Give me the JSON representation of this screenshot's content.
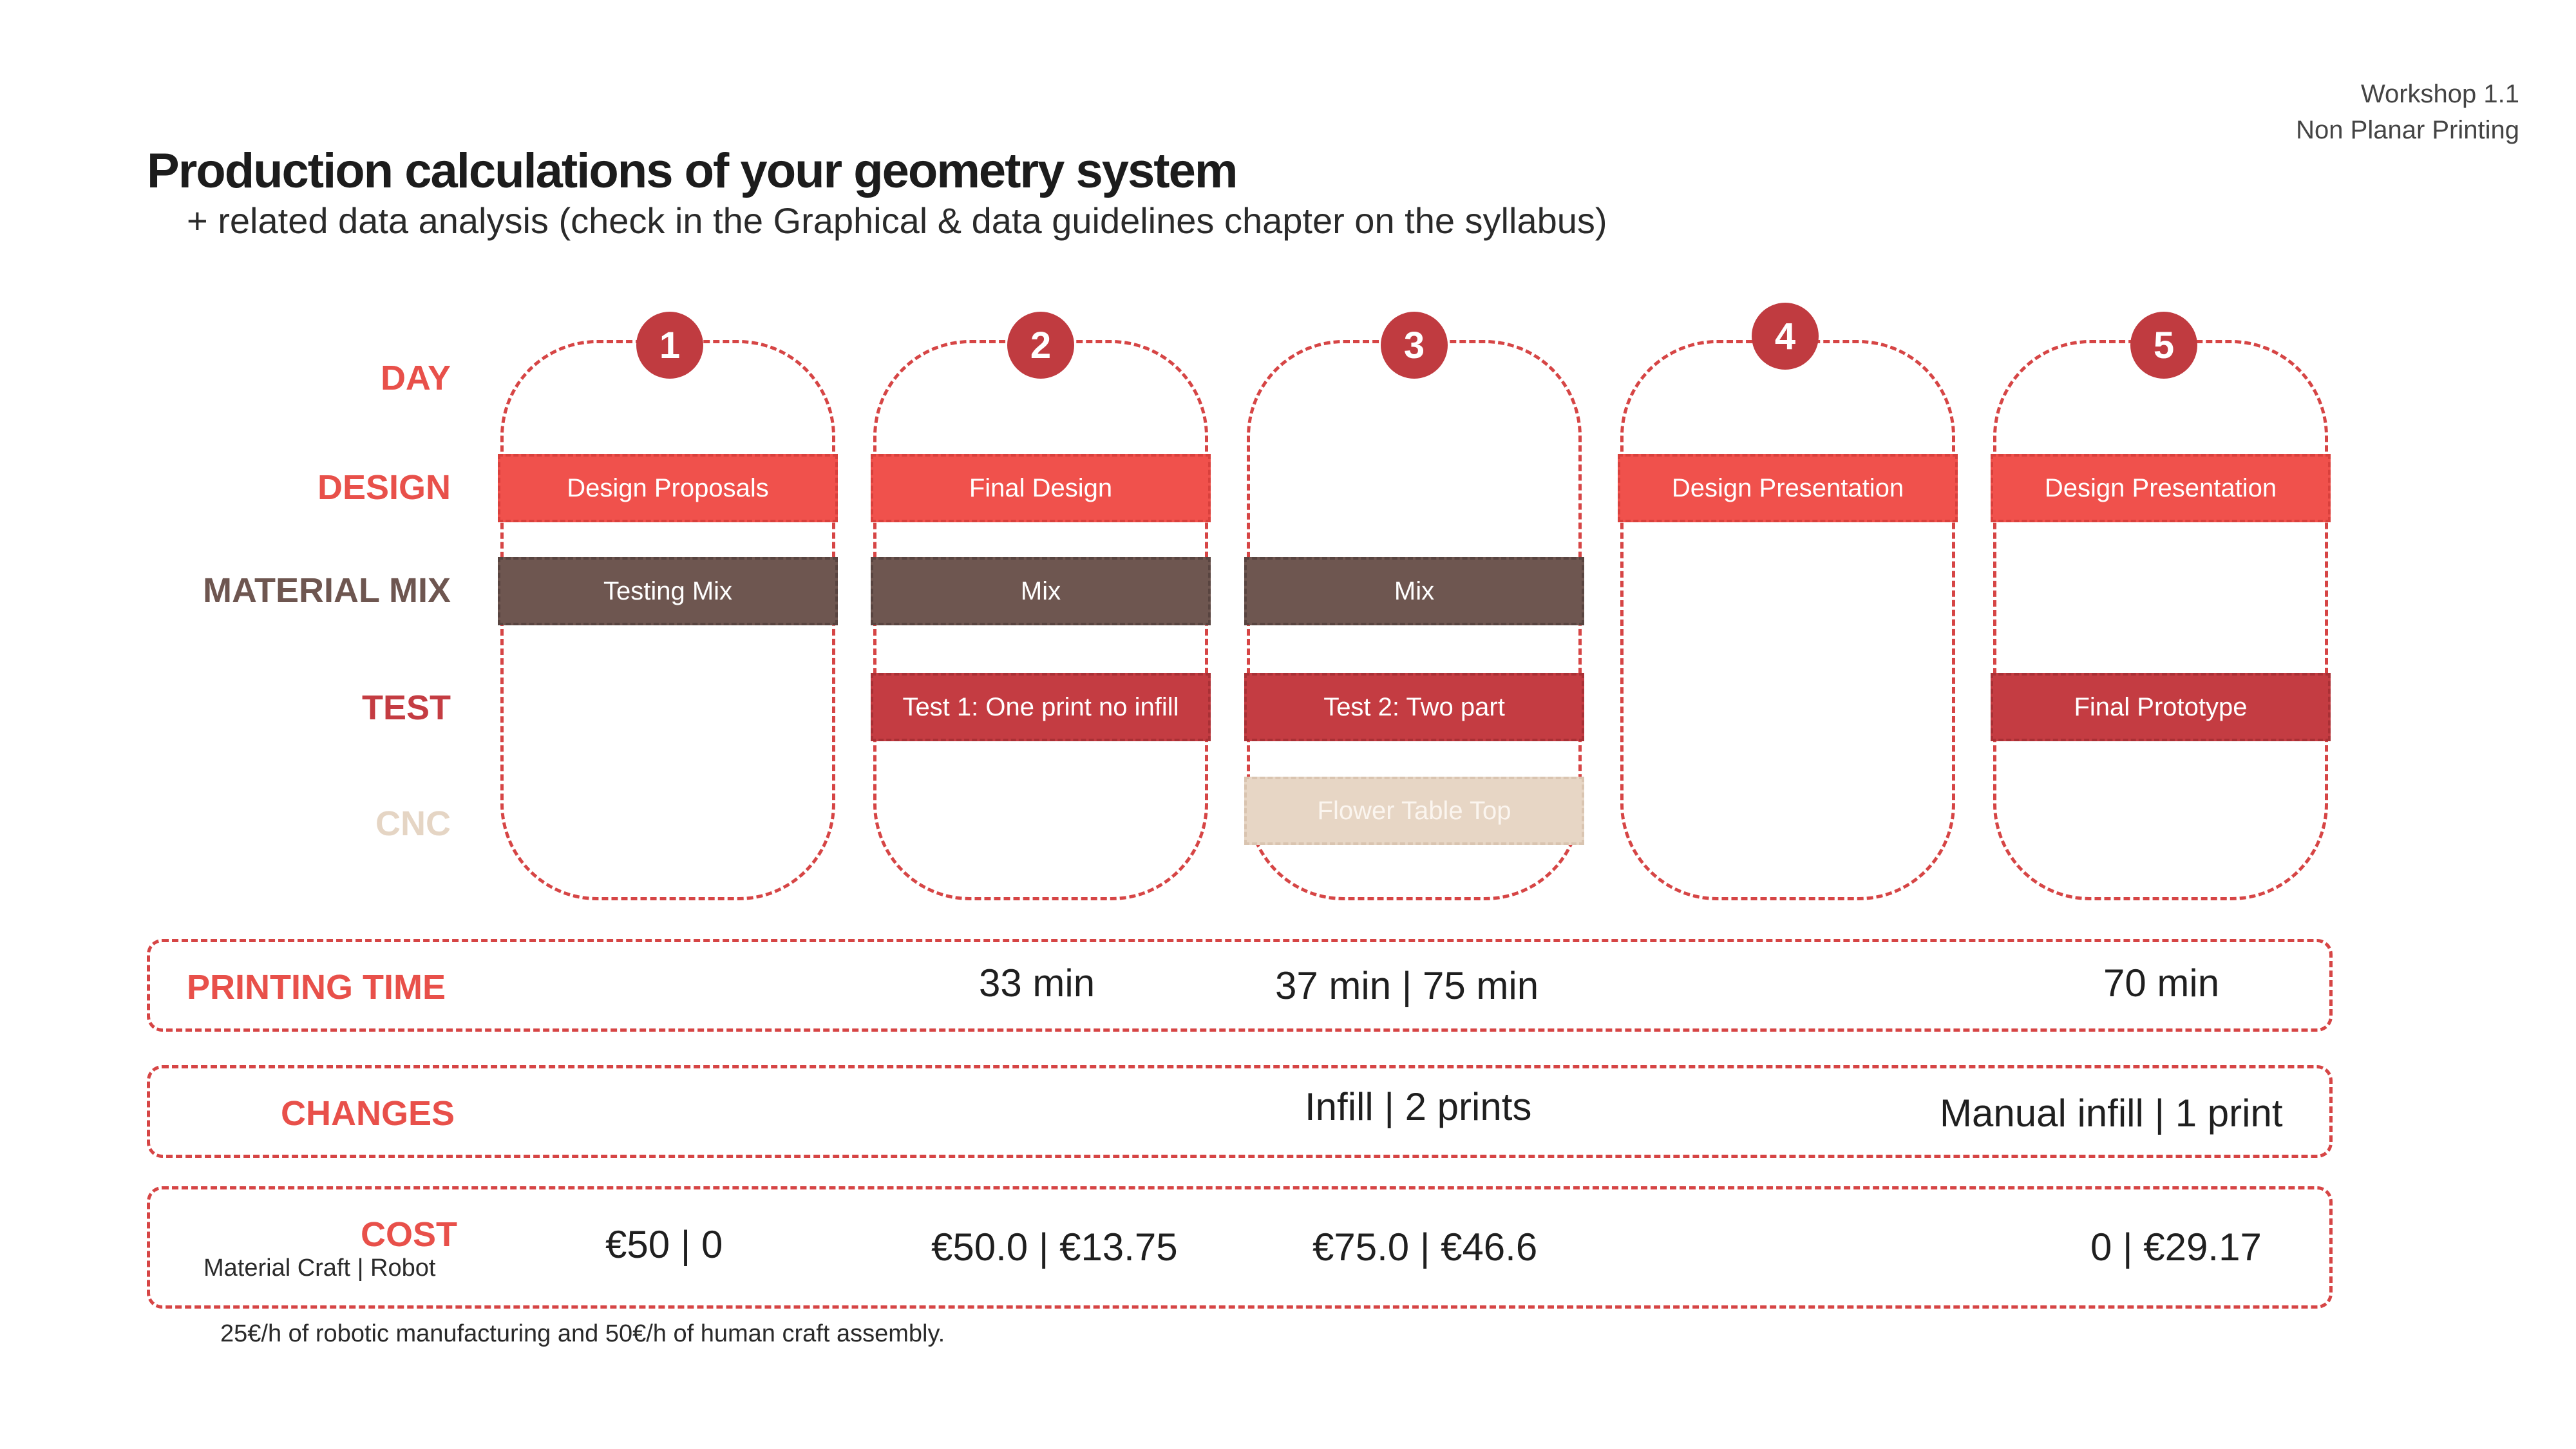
{
  "header": {
    "workshop": "Workshop 1.1",
    "subject": "Non Planar Printing",
    "title": "Production calculations of your geometry system",
    "subtitle": "+ related data analysis (check in the Graphical & data guidelines chapter on the syllabus)"
  },
  "colors": {
    "accent": "#e8504a",
    "day_circle": "#c03b40",
    "design": "#f0514c",
    "material_mix": "#6e5650",
    "test": "#c43c42",
    "cnc": "#e7d6c5"
  },
  "row_labels": {
    "day": "DAY",
    "design": "DESIGN",
    "material_mix": "MATERIAL MIX",
    "test": "TEST",
    "cnc": "CNC"
  },
  "days": [
    {
      "number": "1",
      "design": "Design Proposals",
      "mix": "Testing Mix"
    },
    {
      "number": "2",
      "design": "Final Design",
      "mix": "Mix",
      "test": "Test 1: One print no infill"
    },
    {
      "number": "3",
      "mix": "Mix",
      "test": "Test 2: Two part",
      "cnc": "Flower Table Top"
    },
    {
      "number": "4",
      "design": "Design Presentation"
    },
    {
      "number": "5",
      "design": "Design Presentation",
      "test": "Final Prototype"
    }
  ],
  "printing_time": {
    "label": "PRINTING TIME",
    "day2": "33 min",
    "day3": "37 min  | 75 min",
    "day5": "70 min"
  },
  "changes": {
    "label": "CHANGES",
    "day3": "Infill | 2 prints",
    "day5": "Manual infill | 1 print"
  },
  "cost": {
    "label": "COST",
    "sublabel": "Material Craft | Robot",
    "day1": "€50  | 0",
    "day2": "€50.0 | €13.75",
    "day3": "€75.0 | €46.6",
    "day5": "0 | €29.17"
  },
  "footnote": "25€/h of robotic manufacturing and 50€/h of human craft assembly."
}
